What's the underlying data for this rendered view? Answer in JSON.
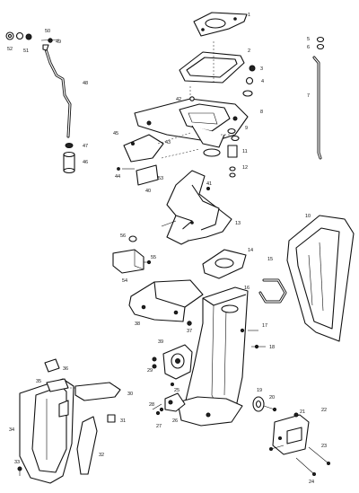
{
  "diagram": {
    "callouts": [
      "1",
      "2",
      "3",
      "4",
      "5",
      "6",
      "7",
      "8",
      "9",
      "10",
      "11",
      "12",
      "13",
      "14",
      "15",
      "16",
      "17",
      "18",
      "19",
      "20",
      "21",
      "22",
      "23",
      "24",
      "25",
      "26",
      "27",
      "28",
      "29",
      "30",
      "31",
      "32",
      "33",
      "34",
      "35",
      "36",
      "37",
      "38",
      "39",
      "40",
      "41",
      "42",
      "43",
      "44",
      "45",
      "46",
      "47",
      "48",
      "49",
      "50",
      "51",
      "52",
      "53",
      "54",
      "55",
      "56"
    ]
  }
}
